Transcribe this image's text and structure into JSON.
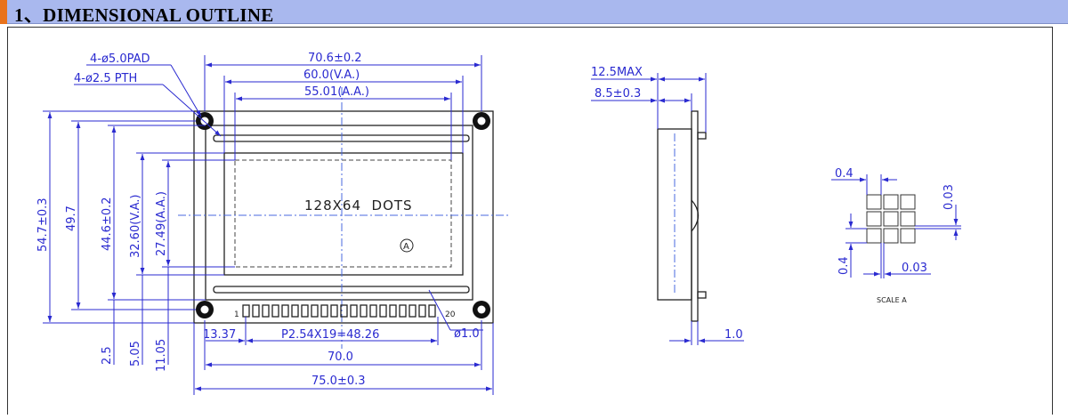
{
  "header": {
    "title": "1、DIMENSIONAL  OUTLINE"
  },
  "colors": {
    "header_bg": "#a9b8ee",
    "header_accent": "#e8731c",
    "dimension": "#2a2ad0",
    "outline": "#222222"
  },
  "front_view": {
    "pad_callout": "4-ø5.0PAD",
    "pth_callout": "4-ø2.5 PTH",
    "dim_overall_width": "70.6±0.2",
    "dim_va_width": "60.0(V.A.)",
    "dim_aa_width": "55.01(A.A.)",
    "dim_overall_height": "54.7±0.3",
    "dim_hole_pitch_v": "49.7",
    "dim_bezel_height": "44.6±0.2",
    "dim_va_height": "32.60(V.A.)",
    "dim_aa_height": "27.49(A.A.)",
    "display_label": "128X64  DOTS",
    "view_marker": "A",
    "pin_first": "1",
    "pin_last": "20",
    "dim_bottom_offset_1": "2.5",
    "dim_bottom_offset_2": "5.05",
    "dim_bottom_offset_3": "11.05",
    "dim_pin_offset": "13.37",
    "dim_pin_pitch": "P2.54X19=48.26",
    "dim_pin_hole": "ø1.0",
    "dim_hole_pitch_h": "70.0",
    "dim_pcb_width": "75.0±0.3"
  },
  "side_view": {
    "dim_max_thickness": "12.5MAX",
    "dim_thickness": "8.5±0.3",
    "dim_pcb_thickness": "1.0"
  },
  "detail_view": {
    "dim_dot_size_h": "0.4",
    "dim_gap_v": "0.03",
    "dim_dot_size_v": "0.4",
    "dim_gap_h": "0.03",
    "scale_label": "SCALE A"
  }
}
